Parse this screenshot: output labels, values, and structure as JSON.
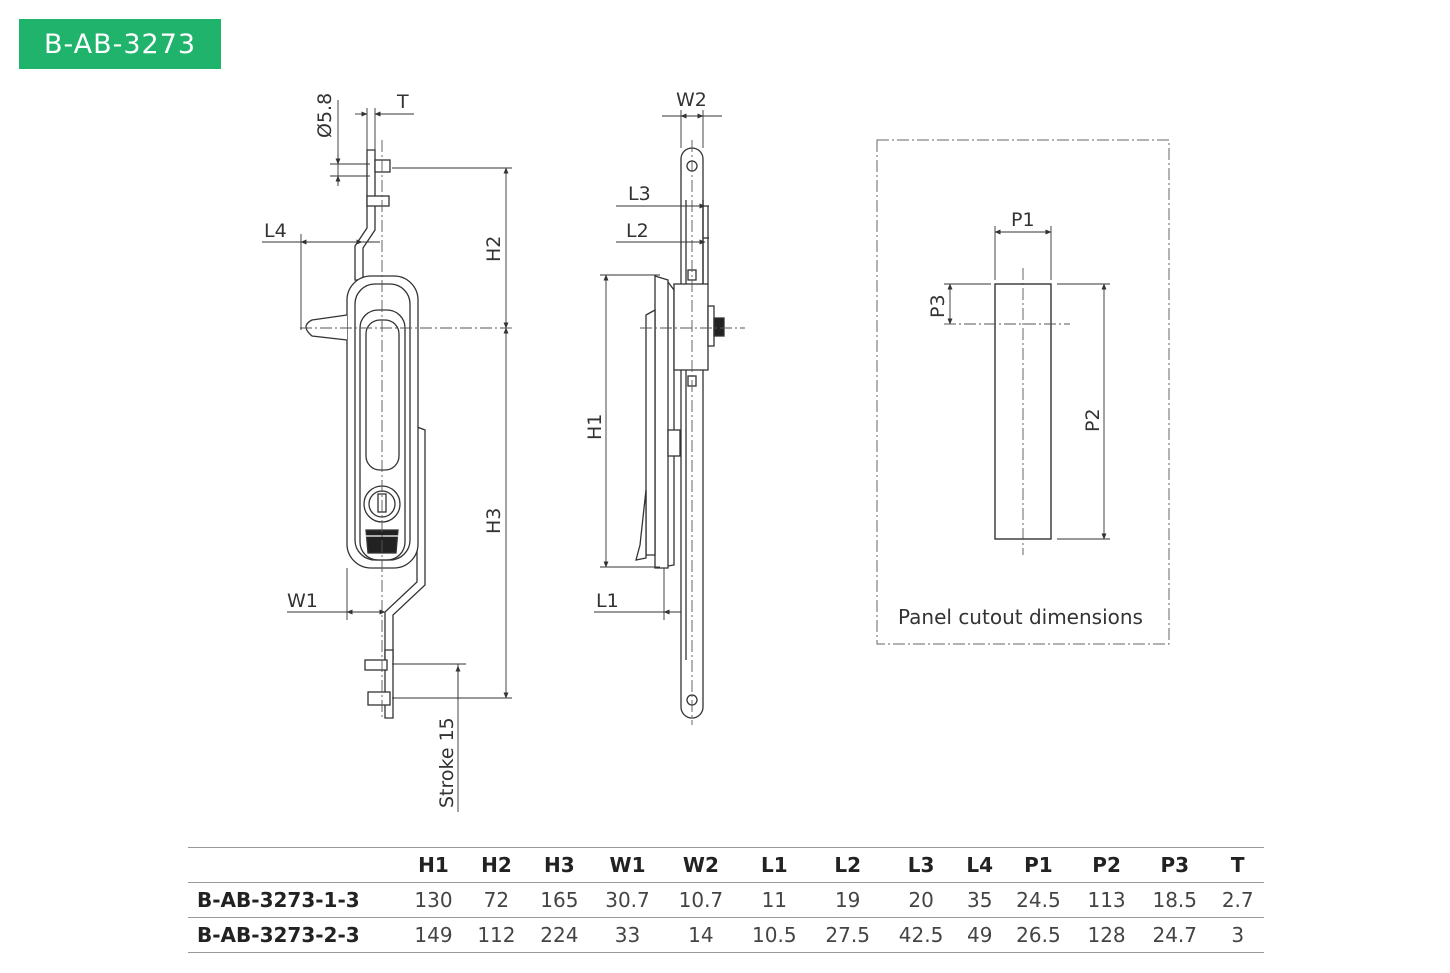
{
  "badge": {
    "label": "B-AB-3273",
    "color": "#1fb36b"
  },
  "front_view": {
    "labels": {
      "diameter": "Ø5.8",
      "t": "T",
      "l4": "L4",
      "h2": "H2",
      "h3": "H3",
      "w1": "W1",
      "stroke": "Stroke 15"
    }
  },
  "side_view": {
    "labels": {
      "w2": "W2",
      "l3": "L3",
      "l2": "L2",
      "h1": "H1",
      "l1": "L1"
    }
  },
  "cutout_view": {
    "labels": {
      "p1": "P1",
      "p2": "P2",
      "p3": "P3"
    },
    "caption": "Panel cutout dimensions"
  },
  "table": {
    "columns": [
      "",
      "H1",
      "H2",
      "H3",
      "W1",
      "W2",
      "L1",
      "L2",
      "L3",
      "L4",
      "P1",
      "P2",
      "P3",
      "T"
    ],
    "rows": [
      {
        "model": "B-AB-3273-1-3",
        "values": [
          "130",
          "72",
          "165",
          "30.7",
          "10.7",
          "11",
          "19",
          "20",
          "35",
          "24.5",
          "113",
          "18.5",
          "2.7"
        ]
      },
      {
        "model": "B-AB-3273-2-3",
        "values": [
          "149",
          "112",
          "224",
          "33",
          "14",
          "10.5",
          "27.5",
          "42.5",
          "49",
          "26.5",
          "128",
          "24.7",
          "3"
        ]
      }
    ]
  }
}
